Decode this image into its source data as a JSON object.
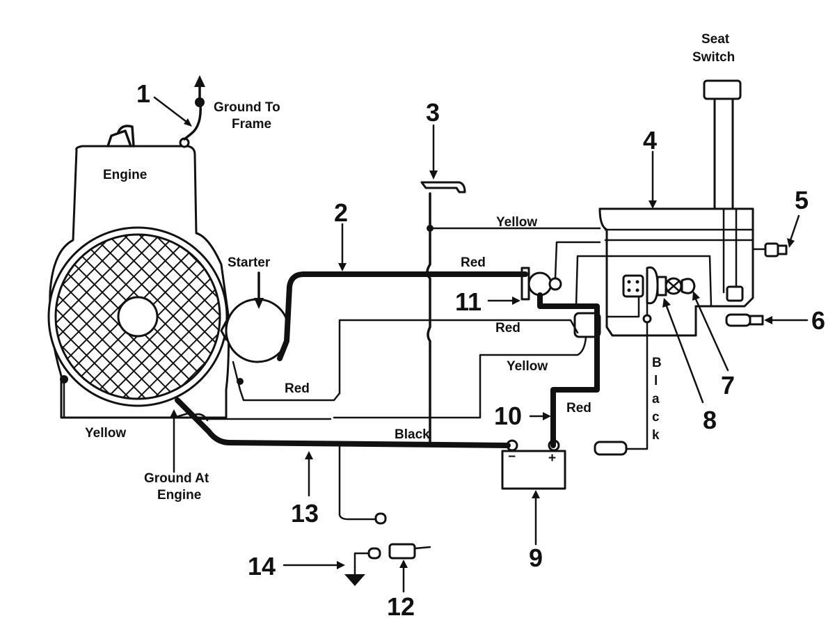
{
  "labels": {
    "seat_switch_line1": "Seat",
    "seat_switch_line2": "Switch",
    "ground_to_frame_line1": "Ground To",
    "ground_to_frame_line2": "Frame",
    "engine": "Engine",
    "starter": "Starter",
    "ground_at_engine_line1": "Ground At",
    "ground_at_engine_line2": "Engine"
  },
  "wires": {
    "yellow_top": "Yellow",
    "red_top": "Red",
    "red_middle": "Red",
    "yellow_middle": "Yellow",
    "red_lower": "Red",
    "red_battery": "Red",
    "yellow_left": "Yellow",
    "black_main": "Black",
    "black_vertical": [
      "B",
      "l",
      "a",
      "c",
      "k"
    ]
  },
  "battery": {
    "neg": "−",
    "pos": "+"
  },
  "callouts": [
    "1",
    "2",
    "3",
    "4",
    "5",
    "6",
    "7",
    "8",
    "9",
    "10",
    "11",
    "12",
    "13",
    "14"
  ]
}
